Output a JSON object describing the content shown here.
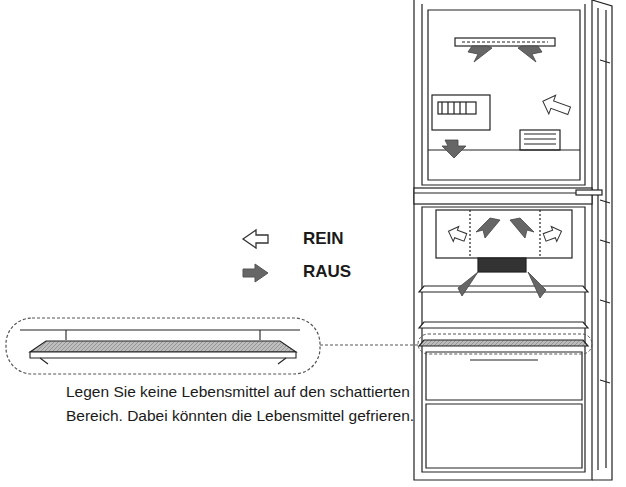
{
  "diagram": {
    "labels": [
      "Legen Sie keine Lebensmittel auf den schattierten Bereich. Dabei könnten die Lebensmittel gefrieren."
    ],
    "legend": [
      {
        "text": "REIN"
      },
      {
        "text": "RAUS"
      }
    ]
  }
}
